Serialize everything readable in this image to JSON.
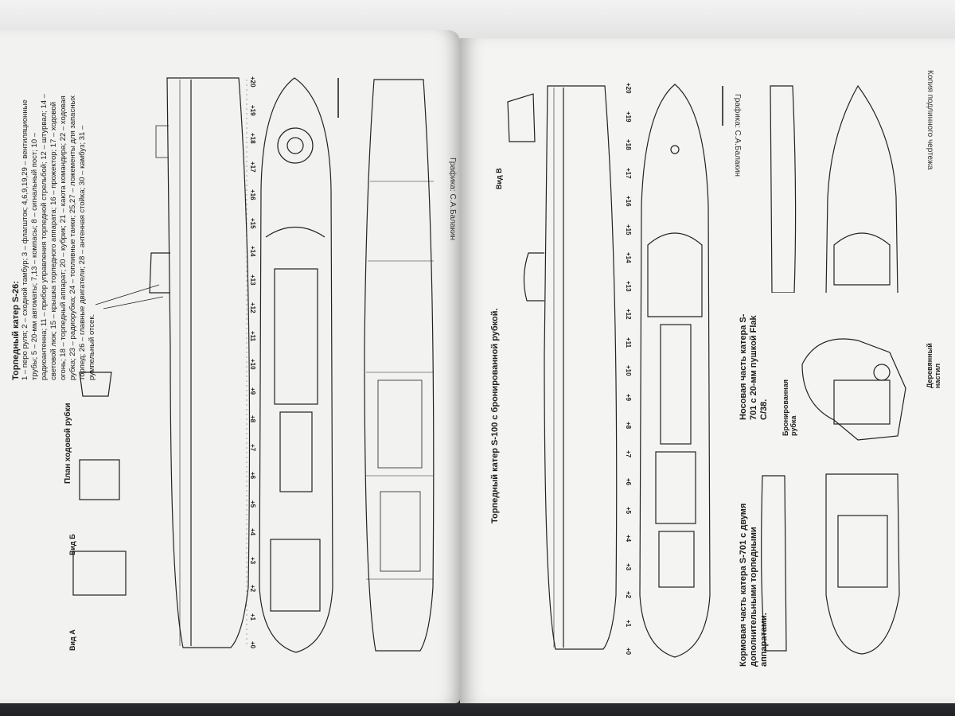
{
  "left_page": {
    "caption_title": "Торпедный катер S-26:",
    "caption_text": "1 – перо руля; 2 – сходной тамбур; 3 – флагшток; 4,6,9,19,29 – вентиляционные трубы; 5 – 20-мм автоматы; 7,13 – компасы; 8 – сигнальный пост; 10 – радиоантенна; 11 – прибор управления торпедной стрельбой; 12 – штурвал; 14 – световой люк; 15 – крышка торпедного аппарата; 16 – прожектор; 17 – ходовой огонь; 18 – торпедный аппарат; 20 – кубрик; 21 – каюта командира; 22 – ходовая рубка; 23 – радиорубка; 24 – топливные танки; 25,27 – ложементы для запасных торпед; 26 – главные двигатели; 28 – антенная стойка; 30 – камбуз; 31 – румпельный отсек.",
    "wheelhouse_plan_label": "План ходовой рубки",
    "view_b_label": "Вид Б",
    "view_a_label": "Вид А",
    "credit": "Графика: С.А.Балакин",
    "stations": [
      "20",
      "19",
      "18",
      "17",
      "16",
      "15",
      "14",
      "13",
      "12",
      "11",
      "10",
      "9",
      "8",
      "7",
      "6",
      "5",
      "4",
      "3",
      "2",
      "1",
      "0"
    ]
  },
  "right_page": {
    "s100_caption": "Торпедный катер S-100 с бронированной рубкой.",
    "view_v_label": "Вид В",
    "credit": "Графика: С.А.Балакин",
    "copy_note": "Копия подлинного чертежа",
    "bow_caption": "Носовая часть катера S-701 с 20-мм пушкой Flak C/38.",
    "stern_caption": "Кормовая часть катера S-701 с двумя дополнительными торпедными аппаратами.",
    "armored_wheelhouse_label": "Бронированная рубка",
    "wooden_deck_label": "Деревянный настил",
    "stations": [
      "20",
      "19",
      "18",
      "17",
      "16",
      "15",
      "14",
      "13",
      "12",
      "11",
      "10",
      "9",
      "8",
      "7",
      "6",
      "5",
      "4",
      "3",
      "2",
      "1",
      "0"
    ]
  }
}
